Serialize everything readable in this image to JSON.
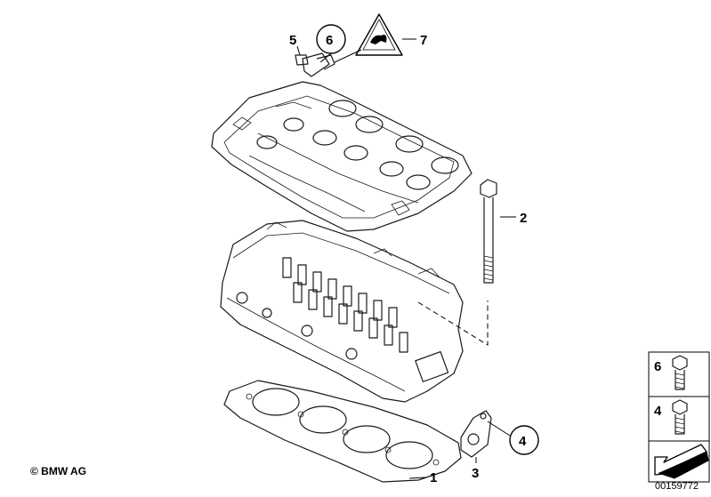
{
  "callouts": {
    "c1": "1",
    "c2": "2",
    "c3": "3",
    "c4": "4",
    "c5": "5",
    "c6": "6",
    "c7": "7"
  },
  "legend": {
    "top_label": "6",
    "bottom_label": "4"
  },
  "footer": {
    "copyright": "© BMW AG",
    "document_number": "00159772"
  }
}
